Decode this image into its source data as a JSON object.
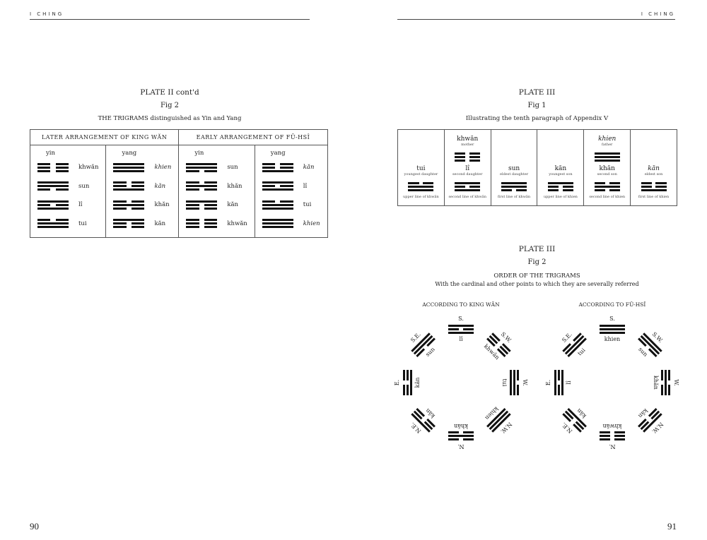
{
  "header": {
    "left": "I CHING",
    "right": "I CHING"
  },
  "page_numbers": {
    "left": "90",
    "right": "91"
  },
  "plate2": {
    "title": "PLATE II cont'd",
    "fig": "Fig 2",
    "caption": "THE TRIGRAMS distinguished as Yin and Yang",
    "groups": [
      {
        "heading": "LATER ARRANGEMENT OF KING WĂN",
        "cols": [
          {
            "label": "yin",
            "items": [
              {
                "name": "khwăn",
                "lines": "000"
              },
              {
                "name": "sun",
                "lines": "110"
              },
              {
                "name": "lî",
                "lines": "101"
              },
              {
                "name": "tui",
                "lines": "011"
              }
            ]
          },
          {
            "label": "yang",
            "items": [
              {
                "name": "khien",
                "lines": "111",
                "italic": true
              },
              {
                "name": "kăn",
                "lines": "001",
                "italic": true
              },
              {
                "name": "khăn",
                "lines": "010"
              },
              {
                "name": "kăn",
                "lines": "100"
              }
            ]
          }
        ]
      },
      {
        "heading": "EARLY ARRANGEMENT OF FÛ-HSÎ",
        "cols": [
          {
            "label": "yin",
            "items": [
              {
                "name": "sun",
                "lines": "110"
              },
              {
                "name": "khăn",
                "lines": "010"
              },
              {
                "name": "kăn",
                "lines": "100"
              },
              {
                "name": "khwăn",
                "lines": "000"
              }
            ]
          },
          {
            "label": "yang",
            "items": [
              {
                "name": "kăn",
                "lines": "001",
                "italic": true
              },
              {
                "name": "lî",
                "lines": "101"
              },
              {
                "name": "tui",
                "lines": "011"
              },
              {
                "name": "khien",
                "lines": "111",
                "italic": true
              }
            ]
          }
        ]
      }
    ]
  },
  "plate3fig1": {
    "title": "PLATE III",
    "fig": "Fig 1",
    "caption": "Illustrating the tenth paragraph of Appendix V",
    "cells": [
      {
        "name": "tui",
        "role": "youngest daughter",
        "lines": "011",
        "foot": "upper line of khwăn"
      },
      {
        "top": {
          "name": "khwăn",
          "role": "mother",
          "lines": "000"
        },
        "name": "lî",
        "role": "second daughter",
        "lines": "101",
        "foot": "second line of khwăn"
      },
      {
        "name": "sun",
        "role": "eldest daughter",
        "lines": "110",
        "foot": "first line of khwăn"
      },
      {
        "name": "kăn",
        "role": "youngest son",
        "lines": "100",
        "foot": "upper line of khien"
      },
      {
        "top": {
          "name": "khien",
          "role": "father",
          "lines": "111",
          "italic": true
        },
        "name": "khăn",
        "role": "second son",
        "lines": "010",
        "foot": "second line of khien"
      },
      {
        "name": "kăn",
        "role": "eldest son",
        "lines": "001",
        "italic": true,
        "foot": "first line of khien"
      }
    ]
  },
  "plate3fig2": {
    "title": "PLATE III",
    "fig": "Fig 2",
    "caption": "ORDER OF THE TRIGRAMS",
    "subcaption": "With the cardinal and other points to which they are severally referred",
    "diagrams": [
      {
        "heading": "ACCORDING TO KING WĂN",
        "points": [
          {
            "dir": "S.",
            "angle": 0,
            "name": "lî",
            "lines": "101"
          },
          {
            "dir": "S.W.",
            "angle": 45,
            "name": "khwăn",
            "lines": "000"
          },
          {
            "dir": "W.",
            "angle": 90,
            "name": "tui",
            "lines": "011"
          },
          {
            "dir": "N.W.",
            "angle": 135,
            "name": "khien",
            "lines": "111"
          },
          {
            "dir": "N.",
            "angle": 180,
            "name": "khăn",
            "lines": "010"
          },
          {
            "dir": "N.E.",
            "angle": 225,
            "name": "kăn",
            "lines": "100"
          },
          {
            "dir": "E.",
            "angle": 270,
            "name": "kăn",
            "lines": "001"
          },
          {
            "dir": "S.E.",
            "angle": 315,
            "name": "sun",
            "lines": "110"
          }
        ]
      },
      {
        "heading": "ACCORDING TO FÛ-HSÎ",
        "points": [
          {
            "dir": "S.",
            "angle": 0,
            "name": "khien",
            "lines": "111"
          },
          {
            "dir": "S.W.",
            "angle": 45,
            "name": "sun",
            "lines": "110"
          },
          {
            "dir": "W.",
            "angle": 90,
            "name": "khăn",
            "lines": "010"
          },
          {
            "dir": "N.W.",
            "angle": 135,
            "name": "kăn",
            "lines": "100"
          },
          {
            "dir": "N.",
            "angle": 180,
            "name": "khwăn",
            "lines": "000"
          },
          {
            "dir": "N.E.",
            "angle": 225,
            "name": "kăn",
            "lines": "001"
          },
          {
            "dir": "E.",
            "angle": 270,
            "name": "lî",
            "lines": "101"
          },
          {
            "dir": "S.E.",
            "angle": 315,
            "name": "tui",
            "lines": "011"
          }
        ]
      }
    ]
  }
}
